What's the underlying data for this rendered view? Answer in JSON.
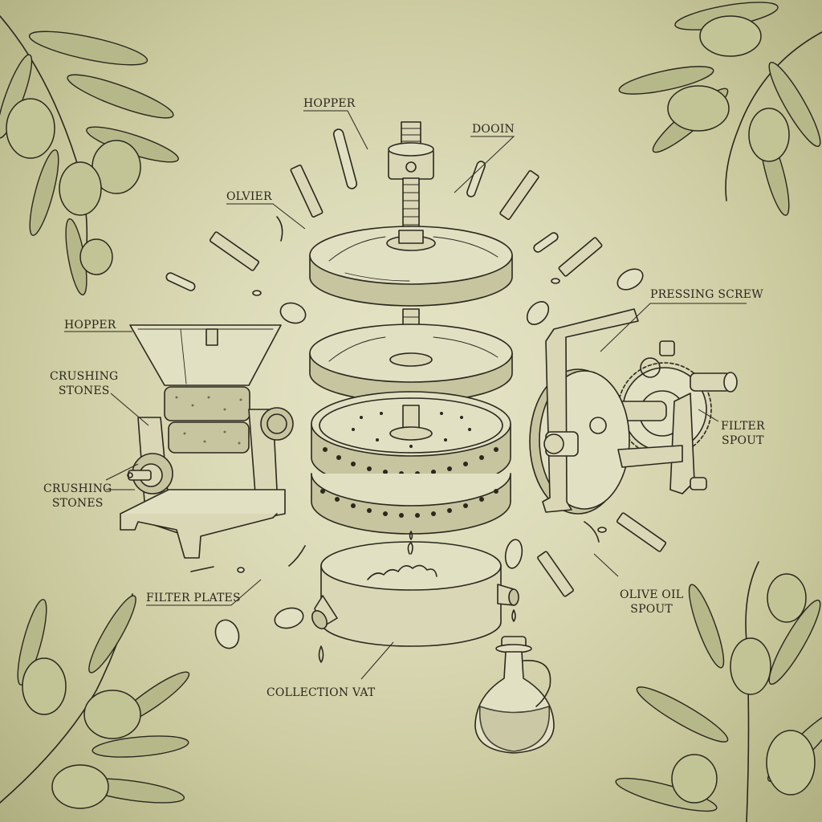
{
  "diagram": {
    "subject": "Exploded view of a traditional olive oil press",
    "style": "vintage engraving on aged parchment",
    "colors": {
      "background_center": "#e6e5c8",
      "background_edge": "#aeae80",
      "ink": "#2b281d",
      "leaf_fill": "#b7b88a"
    },
    "labels": {
      "hopper_top": "HOPPER",
      "dooin": "DOOIN",
      "olvier": "OLVIER",
      "hopper_left": "HOPPER",
      "crushing_stones_1_line1": "CRUSHING",
      "crushing_stones_1_line2": "STONES",
      "crushing_stones_2_line1": "CRUSHING",
      "crushing_stones_2_line2": "STONES",
      "pressing_screw": "PRESSING SCREW",
      "filter_spout_line1": "FILTER",
      "filter_spout_line2": "SPOUT",
      "filter_plates": "FILTER PLATES",
      "collection_vat": "COLLECTION VAT",
      "olive_oil_spout_line1": "OLIVE OIL",
      "olive_oil_spout_line2": "SPOUT"
    },
    "components": [
      "pressing screw with nut",
      "upper pressing disc",
      "lower pressing disc",
      "perforated filter baskets (2)",
      "collection vat with two spouts",
      "olive mill with hopper and crushing stones",
      "side press with handle and gear wheel",
      "glass oil cruet with cork",
      "scattered olives, pegs and pins",
      "olive branches in four corners"
    ]
  }
}
